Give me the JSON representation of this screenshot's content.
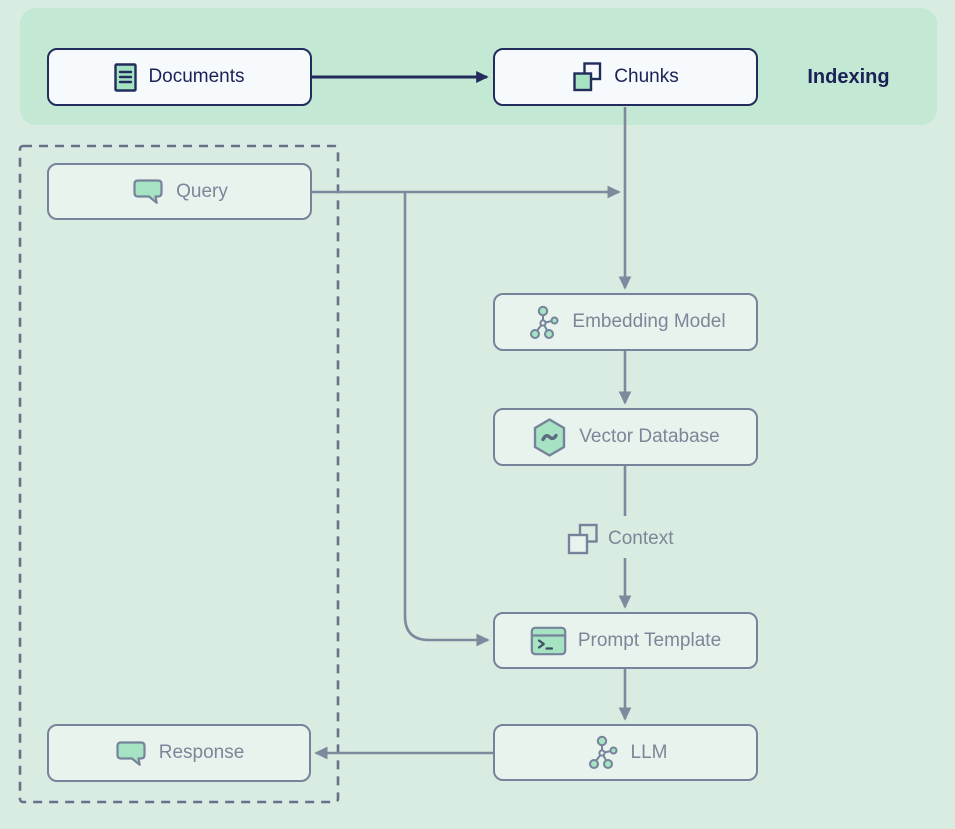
{
  "diagram": {
    "type": "flowchart",
    "regions": {
      "indexing": {
        "label": "Indexing"
      }
    },
    "nodes": {
      "documents": {
        "label": "Documents",
        "icon": "document-icon"
      },
      "chunks": {
        "label": "Chunks",
        "icon": "chunks-icon"
      },
      "query": {
        "label": "Query",
        "icon": "chat-bubble-icon"
      },
      "embedding_model": {
        "label": "Embedding Model",
        "icon": "network-icon"
      },
      "vector_database": {
        "label": "Vector Database",
        "icon": "hexagon-database-icon"
      },
      "context": {
        "label": "Context",
        "icon": "chunks-icon"
      },
      "prompt_template": {
        "label": "Prompt Template",
        "icon": "terminal-icon"
      },
      "llm": {
        "label": "LLM",
        "icon": "network-icon"
      },
      "response": {
        "label": "Response",
        "icon": "chat-bubble-icon"
      }
    },
    "edges": [
      {
        "from": "documents",
        "to": "chunks"
      },
      {
        "from": "chunks",
        "to": "embedding_model"
      },
      {
        "from": "query",
        "to": "embedding_model"
      },
      {
        "from": "query",
        "to": "prompt_template"
      },
      {
        "from": "embedding_model",
        "to": "vector_database"
      },
      {
        "from": "vector_database",
        "to": "context"
      },
      {
        "from": "context",
        "to": "prompt_template"
      },
      {
        "from": "prompt_template",
        "to": "llm"
      },
      {
        "from": "llm",
        "to": "response"
      }
    ],
    "colors": {
      "background": "#d9ece2",
      "indexing_banner": "#c3e8d3",
      "navy": "#222c5d",
      "navy_text": "#1b2356",
      "light_node_bg": "#f7fafc",
      "mint_node_bg": "#e8f3ee",
      "slate_border": "#76839a",
      "slate_text": "#7b8798",
      "icon_green": "#a6e3c3",
      "line_gray": "#7d899c",
      "dashed_border": "#657089"
    }
  }
}
